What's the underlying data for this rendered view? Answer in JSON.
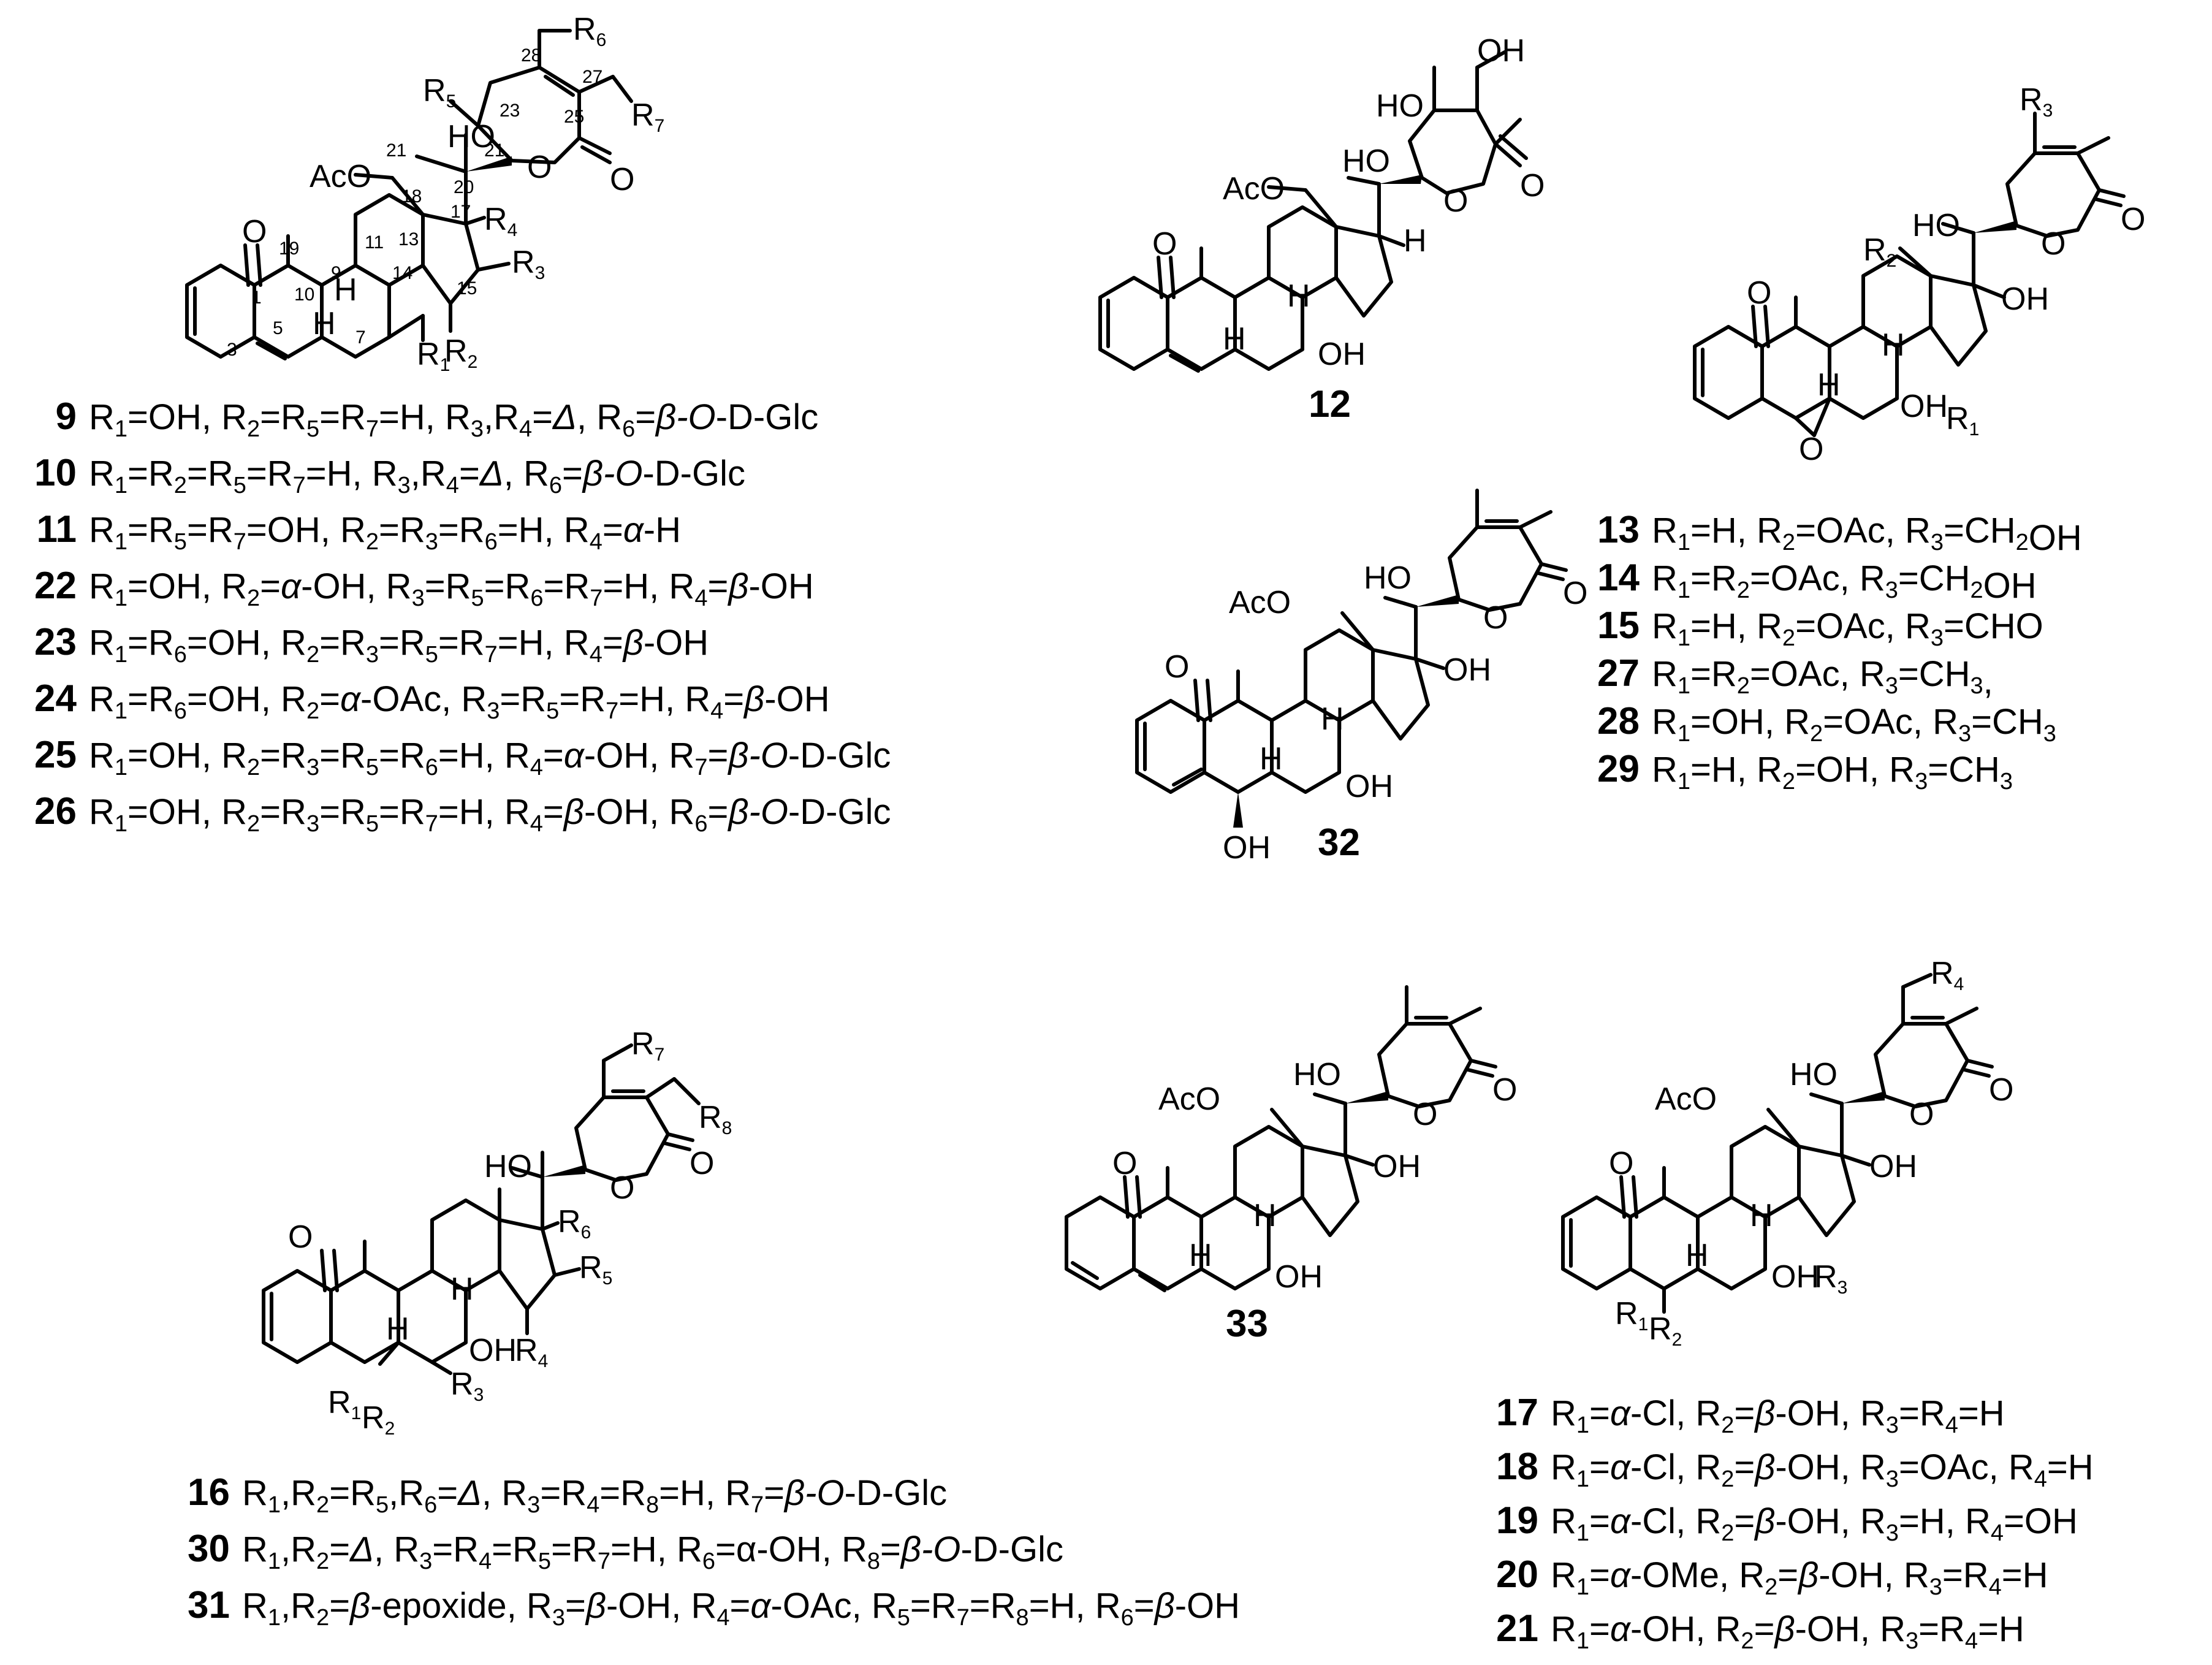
{
  "structures": [
    {
      "id": "s9",
      "atom_labels": {
        "ketone_o": "O",
        "aco": "AcO",
        "ho_20": "HO",
        "ring_o": "O",
        "lactone_o": "O",
        "r1": "R",
        "r1_sub": "1",
        "r2": "R",
        "r2_sub": "2",
        "r3": "R",
        "r3_sub": "3",
        "r4": "R",
        "r4_sub": "4",
        "r5": "R",
        "r5_sub": "5",
        "r6": "R",
        "r6_sub": "6",
        "r7": "R",
        "r7_sub": "7",
        "h9": "H",
        "h8": "H"
      },
      "atom_numbers": [
        "1",
        "3",
        "5",
        "7",
        "9",
        "10",
        "11",
        "13",
        "14",
        "15",
        "17",
        "18",
        "19",
        "20",
        "21",
        "21",
        "23",
        "25",
        "27",
        "28"
      ]
    },
    {
      "id": "s12",
      "compound_label": "12",
      "atom_labels": {
        "oh_top": "OH",
        "ho_a": "HO",
        "ho_b": "HO",
        "aco": "AcO",
        "ring_o": "O",
        "lactone_o": "O",
        "ketone_o": "O",
        "h_17": "H",
        "h_8": "H",
        "h_9": "H",
        "oh_14": "OH"
      }
    },
    {
      "id": "s13",
      "atom_labels": {
        "r3": "R",
        "r3_sub": "3",
        "ho": "HO",
        "r2": "R",
        "r2_sub": "2",
        "ring_o": "O",
        "lactone_o": "O",
        "oh_17": "OH",
        "ketone_o": "O",
        "h_8": "H",
        "h_9": "H",
        "oh_14": "OH",
        "r1": "R",
        "r1_sub": "1",
        "epoxide_o": "O"
      }
    },
    {
      "id": "s32",
      "compound_label": "32",
      "atom_labels": {
        "ho": "HO",
        "aco": "AcO",
        "ring_o": "O",
        "lactone_o": "O",
        "oh_17": "OH",
        "ketone_o": "O",
        "h_8": "H",
        "h_9": "H",
        "oh_14": "OH",
        "oh_6": "OH"
      }
    },
    {
      "id": "s16",
      "atom_labels": {
        "r7": "R",
        "r7_sub": "7",
        "r8": "R",
        "r8_sub": "8",
        "ho": "HO",
        "ring_o": "O",
        "lactone_o": "O",
        "r6": "R",
        "r6_sub": "6",
        "r5": "R",
        "r5_sub": "5",
        "ketone_o": "O",
        "h_8": "H",
        "h_9": "H",
        "oh_14": "OH",
        "r4": "R",
        "r4_sub": "4",
        "r3": "R",
        "r3_sub": "3",
        "r1": "R",
        "r1_sub": "1",
        "r2": "R",
        "r2_sub": "2"
      }
    },
    {
      "id": "s33",
      "compound_label": "33",
      "atom_labels": {
        "ho": "HO",
        "aco": "AcO",
        "ring_o": "O",
        "lactone_o": "O",
        "oh_17": "OH",
        "ketone_o": "O",
        "h_8": "H",
        "h_9": "H",
        "oh_14": "OH"
      }
    },
    {
      "id": "s17",
      "atom_labels": {
        "r4": "R",
        "r4_sub": "4",
        "ho": "HO",
        "aco": "AcO",
        "ring_o": "O",
        "lactone_o": "O",
        "oh_17": "OH",
        "ketone_o": "O",
        "h_8": "H",
        "h_9": "H",
        "oh_14": "OH",
        "r3": "R",
        "r3_sub": "3",
        "r1": "R",
        "r1_sub": "1",
        "r2": "R",
        "r2_sub": "2"
      }
    }
  ],
  "compound_lists": {
    "group_9": [
      {
        "num": "9",
        "parts": [
          [
            "R",
            "1",
            "=OH, "
          ],
          [
            "R",
            "2",
            "="
          ],
          [
            "R",
            "5",
            "="
          ],
          [
            "R",
            "7",
            "=H, "
          ],
          [
            "R",
            "3",
            ","
          ],
          [
            "R",
            "4",
            "=",
            {
              "it": "Δ"
            },
            ", "
          ],
          [
            "R",
            "6",
            "=",
            {
              "it": "β-O"
            },
            "-D-Glc"
          ]
        ]
      },
      {
        "num": "10",
        "parts": [
          [
            "R",
            "1",
            "="
          ],
          [
            "R",
            "2",
            "="
          ],
          [
            "R",
            "5",
            "="
          ],
          [
            "R",
            "7",
            "=H, "
          ],
          [
            "R",
            "3",
            ","
          ],
          [
            "R",
            "4",
            "=",
            {
              "it": "Δ"
            },
            ", "
          ],
          [
            "R",
            "6",
            "=",
            {
              "it": "β-O"
            },
            "-D-Glc"
          ]
        ]
      },
      {
        "num": "11",
        "parts": [
          [
            "R",
            "1",
            "="
          ],
          [
            "R",
            "5",
            "="
          ],
          [
            "R",
            "7",
            "=OH, "
          ],
          [
            "R",
            "2",
            "="
          ],
          [
            "R",
            "3",
            "="
          ],
          [
            "R",
            "6",
            "=H, "
          ],
          [
            "R",
            "4",
            "=",
            {
              "it": "α"
            },
            "-H"
          ]
        ]
      },
      {
        "num": "22",
        "parts": [
          [
            "R",
            "1",
            "=OH, "
          ],
          [
            "R",
            "2",
            "=",
            {
              "it": "α"
            },
            "-OH, "
          ],
          [
            "R",
            "3",
            "="
          ],
          [
            "R",
            "5",
            "="
          ],
          [
            "R",
            "6",
            "="
          ],
          [
            "R",
            "7",
            "=H, "
          ],
          [
            "R",
            "4",
            "=",
            {
              "it": "β"
            },
            "-OH"
          ]
        ]
      },
      {
        "num": "23",
        "parts": [
          [
            "R",
            "1",
            "="
          ],
          [
            "R",
            "6",
            "=OH, "
          ],
          [
            "R",
            "2",
            "="
          ],
          [
            "R",
            "3",
            "="
          ],
          [
            "R",
            "5",
            "="
          ],
          [
            "R",
            "7",
            "=H, "
          ],
          [
            "R",
            "4",
            "=",
            {
              "it": "β"
            },
            "-OH"
          ]
        ]
      },
      {
        "num": "24",
        "parts": [
          [
            "R",
            "1",
            "="
          ],
          [
            "R",
            "6",
            "=OH, "
          ],
          [
            "R",
            "2",
            "=",
            {
              "it": "α"
            },
            "-OAc, "
          ],
          [
            "R",
            "3",
            "="
          ],
          [
            "R",
            "5",
            "="
          ],
          [
            "R",
            "7",
            "=H, "
          ],
          [
            "R",
            "4",
            "=",
            {
              "it": "β"
            },
            "-OH"
          ]
        ]
      },
      {
        "num": "25",
        "parts": [
          [
            "R",
            "1",
            "=OH, "
          ],
          [
            "R",
            "2",
            "="
          ],
          [
            "R",
            "3",
            "="
          ],
          [
            "R",
            "5",
            "="
          ],
          [
            "R",
            "6",
            "=H, "
          ],
          [
            "R",
            "4",
            "=",
            {
              "it": "α"
            },
            "-OH, "
          ],
          [
            "R",
            "7",
            "=",
            {
              "it": "β-O"
            },
            "-D-Glc"
          ]
        ]
      },
      {
        "num": "26",
        "parts": [
          [
            "R",
            "1",
            "=OH, "
          ],
          [
            "R",
            "2",
            "="
          ],
          [
            "R",
            "3",
            "="
          ],
          [
            "R",
            "5",
            "="
          ],
          [
            "R",
            "7",
            "=H, "
          ],
          [
            "R",
            "4",
            "=",
            {
              "it": "β"
            },
            "-OH, "
          ],
          [
            "R",
            "6",
            "=",
            {
              "it": "β-O"
            },
            "-D-Glc"
          ]
        ]
      }
    ],
    "group_13": [
      {
        "num": "13",
        "parts": [
          [
            "R",
            "1",
            "=H, "
          ],
          [
            "R",
            "2",
            "=OAc, "
          ],
          [
            "R",
            "3",
            "=CH",
            {
              "sub": "2"
            },
            "OH"
          ]
        ]
      },
      {
        "num": "14",
        "parts": [
          [
            "R",
            "1",
            "="
          ],
          [
            "R",
            "2",
            "=OAc, "
          ],
          [
            "R",
            "3",
            "=CH",
            {
              "sub": "2"
            },
            "OH"
          ]
        ]
      },
      {
        "num": "15",
        "parts": [
          [
            "R",
            "1",
            "=H, "
          ],
          [
            "R",
            "2",
            "=OAc, "
          ],
          [
            "R",
            "3",
            "=CHO"
          ]
        ]
      },
      {
        "num": "27",
        "parts": [
          [
            "R",
            "1",
            "="
          ],
          [
            "R",
            "2",
            "=OAc, "
          ],
          [
            "R",
            "3",
            "=CH",
            {
              "sub": "3"
            },
            ","
          ]
        ]
      },
      {
        "num": "28",
        "parts": [
          [
            "R",
            "1",
            "=OH, "
          ],
          [
            "R",
            "2",
            "=OAc, "
          ],
          [
            "R",
            "3",
            "=CH",
            {
              "sub": "3"
            }
          ]
        ]
      },
      {
        "num": "29",
        "parts": [
          [
            "R",
            "1",
            "=H, "
          ],
          [
            "R",
            "2",
            "=OH, "
          ],
          [
            "R",
            "3",
            "=CH",
            {
              "sub": "3"
            }
          ]
        ]
      }
    ],
    "group_16": [
      {
        "num": "16",
        "parts": [
          [
            "R",
            "1",
            ","
          ],
          [
            "R",
            "2",
            "="
          ],
          [
            "R",
            "5",
            ","
          ],
          [
            "R",
            "6",
            "=",
            {
              "it": "Δ"
            },
            ", "
          ],
          [
            "R",
            "3",
            "="
          ],
          [
            "R",
            "4",
            "="
          ],
          [
            "R",
            "8",
            "=H, "
          ],
          [
            "R",
            "7",
            "=",
            {
              "it": "β-O"
            },
            "-D-Glc"
          ]
        ]
      },
      {
        "num": "30",
        "parts": [
          [
            "R",
            "1",
            ","
          ],
          [
            "R",
            "2",
            "=",
            {
              "it": "Δ"
            },
            ", "
          ],
          [
            "R",
            "3",
            "="
          ],
          [
            "R",
            "4",
            "="
          ],
          [
            "R",
            "5",
            "="
          ],
          [
            "R",
            "7",
            "=H, "
          ],
          [
            "R",
            "6",
            "=α-OH, "
          ],
          [
            "R",
            "8",
            "=",
            {
              "it": "β-O"
            },
            "-D-Glc"
          ]
        ]
      },
      {
        "num": "31",
        "parts": [
          [
            "R",
            "1",
            ","
          ],
          [
            "R",
            "2",
            "=",
            {
              "it": "β"
            },
            "-epoxide, "
          ],
          [
            "R",
            "3",
            "=",
            {
              "it": "β"
            },
            "-OH, "
          ],
          [
            "R",
            "4",
            "=",
            {
              "it": "α"
            },
            "-OAc, "
          ],
          [
            "R",
            "5",
            "="
          ],
          [
            "R",
            "7",
            "="
          ],
          [
            "R",
            "8",
            "=H, "
          ],
          [
            "R",
            "6",
            "=",
            {
              "it": "β"
            },
            "-OH"
          ]
        ]
      }
    ],
    "group_17": [
      {
        "num": "17",
        "parts": [
          [
            "R",
            "1",
            "=",
            {
              "it": "α"
            },
            "-Cl, "
          ],
          [
            "R",
            "2",
            "=",
            {
              "it": "β"
            },
            "-OH, "
          ],
          [
            "R",
            "3",
            "="
          ],
          [
            "R",
            "4",
            "=H"
          ]
        ]
      },
      {
        "num": "18",
        "parts": [
          [
            "R",
            "1",
            "=",
            {
              "it": "α"
            },
            "-Cl, "
          ],
          [
            "R",
            "2",
            "=",
            {
              "it": "β"
            },
            "-OH, "
          ],
          [
            "R",
            "3",
            "=OAc, "
          ],
          [
            "R",
            "4",
            "=H"
          ]
        ]
      },
      {
        "num": "19",
        "parts": [
          [
            "R",
            "1",
            "=",
            {
              "it": "α"
            },
            "-Cl, "
          ],
          [
            "R",
            "2",
            "=",
            {
              "it": "β"
            },
            "-OH, "
          ],
          [
            "R",
            "3",
            "=H, "
          ],
          [
            "R",
            "4",
            "=OH"
          ]
        ]
      },
      {
        "num": "20",
        "parts": [
          [
            "R",
            "1",
            "=",
            {
              "it": "α"
            },
            "-OMe, "
          ],
          [
            "R",
            "2",
            "=",
            {
              "it": "β"
            },
            "-OH, "
          ],
          [
            "R",
            "3",
            "="
          ],
          [
            "R",
            "4",
            "=H"
          ]
        ]
      },
      {
        "num": "21",
        "parts": [
          [
            "R",
            "1",
            "=",
            {
              "it": "α"
            },
            "-OH, "
          ],
          [
            "R",
            "2",
            "=",
            {
              "it": "β"
            },
            "-OH, "
          ],
          [
            "R",
            "3",
            "="
          ],
          [
            "R",
            "4",
            "=H"
          ]
        ]
      }
    ]
  }
}
